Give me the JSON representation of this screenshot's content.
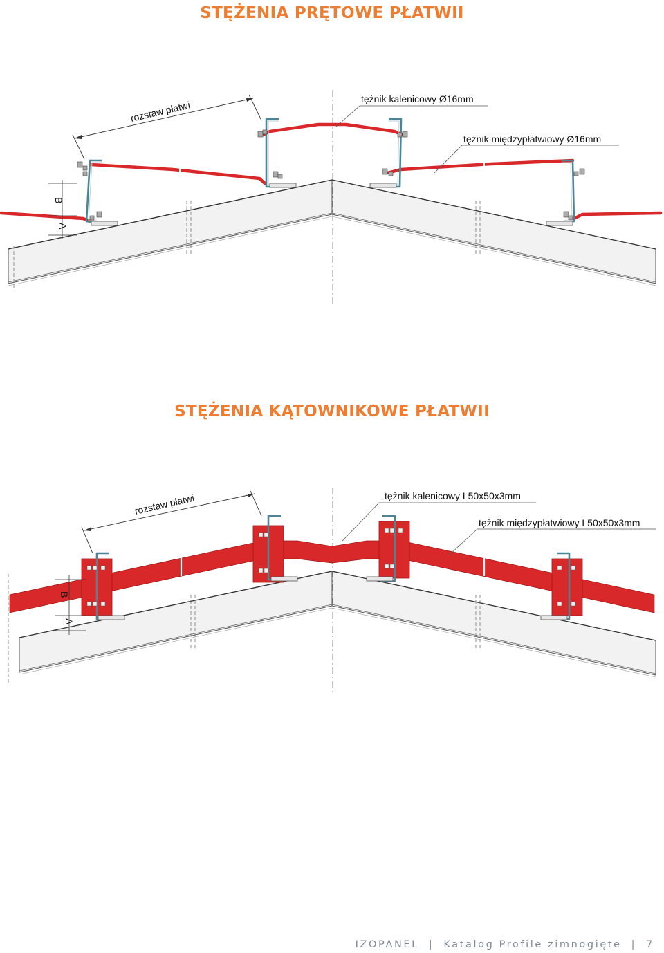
{
  "colors": {
    "accent": "#ee7d31",
    "brace": "#d9282a",
    "purlin": "#6fa0b0",
    "panel": "#f2f2f2",
    "footer": "#7f8c96"
  },
  "section1": {
    "title": "STĘŻENIA PRĘTOWE PŁATWII",
    "label_spacing": "rozstaw płatwi",
    "label_ridge": "tężnik kalenicowy Ø16mm",
    "label_inter": "tężnik międzypłatwiowy Ø16mm",
    "dim_b": "B",
    "dim_a": "A"
  },
  "section2": {
    "title": "STĘŻENIA KĄTOWNIKOWE PŁATWII",
    "label_spacing": "rozstaw płatwi",
    "label_ridge": "tężnik kalenicowy L50x50x3mm",
    "label_inter": "tężnik międzypłatwiowy L50x50x3mm",
    "dim_b": "B",
    "dim_a": "A"
  },
  "footer": {
    "brand": "IZOPANEL",
    "catalog": "Katalog Profile zimnogięte",
    "page": "7"
  }
}
